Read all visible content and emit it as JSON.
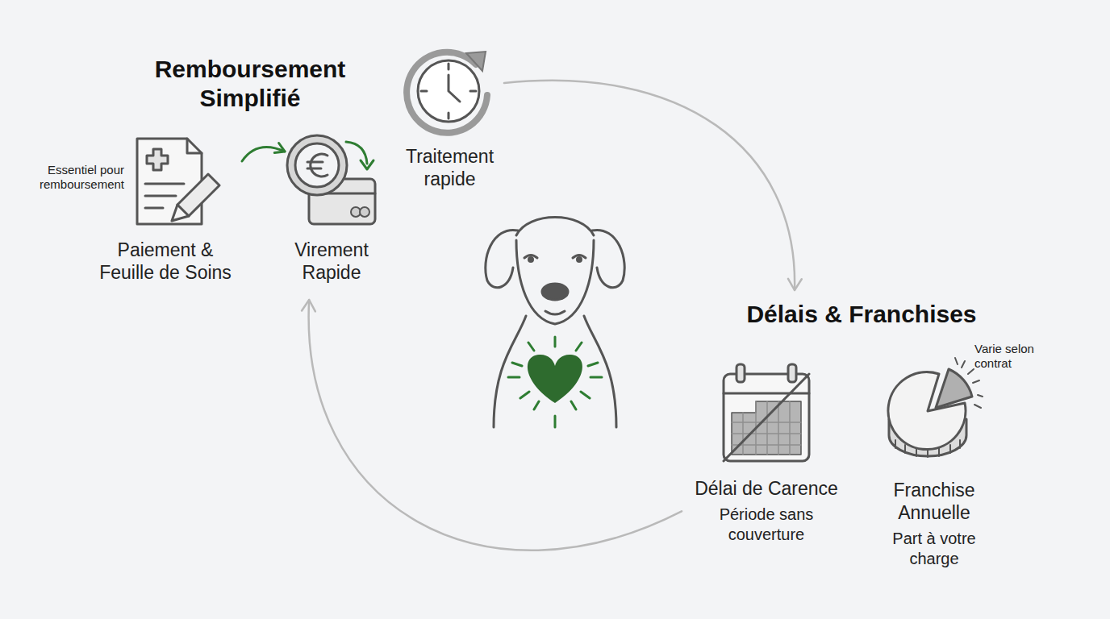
{
  "diagram": {
    "nodes": [
      {
        "text": [
          "Remboursement Simplifié"
        ]
      },
      {
        "text": [
          "Paiement & Feuille de Soins"
        ],
        "in": 0
      },
      {
        "text": [
          "Virement Rapide"
        ],
        "in": 0
      },
      {
        "text": [
          "Traitement rapide"
        ]
      },
      {
        "text": [
          "Délais & Franchises"
        ]
      },
      {
        "text": [
          "Délai de Carence",
          "Période sans couverture"
        ],
        "in": 4
      },
      {
        "text": [
          "Franchise Annuelle",
          "Part à votre charge"
        ],
        "in": 4
      }
    ],
    "edges": [
      {
        "from": 1,
        "to": 2,
        "arrow": "to"
      },
      {
        "from": 3,
        "to": 4,
        "arrow": "to"
      },
      {
        "from": 5,
        "to": 2,
        "arrow": "to"
      }
    ],
    "labels": [
      "Essentiel pour remboursement",
      "Varie selon contrat"
    ]
  }
}
